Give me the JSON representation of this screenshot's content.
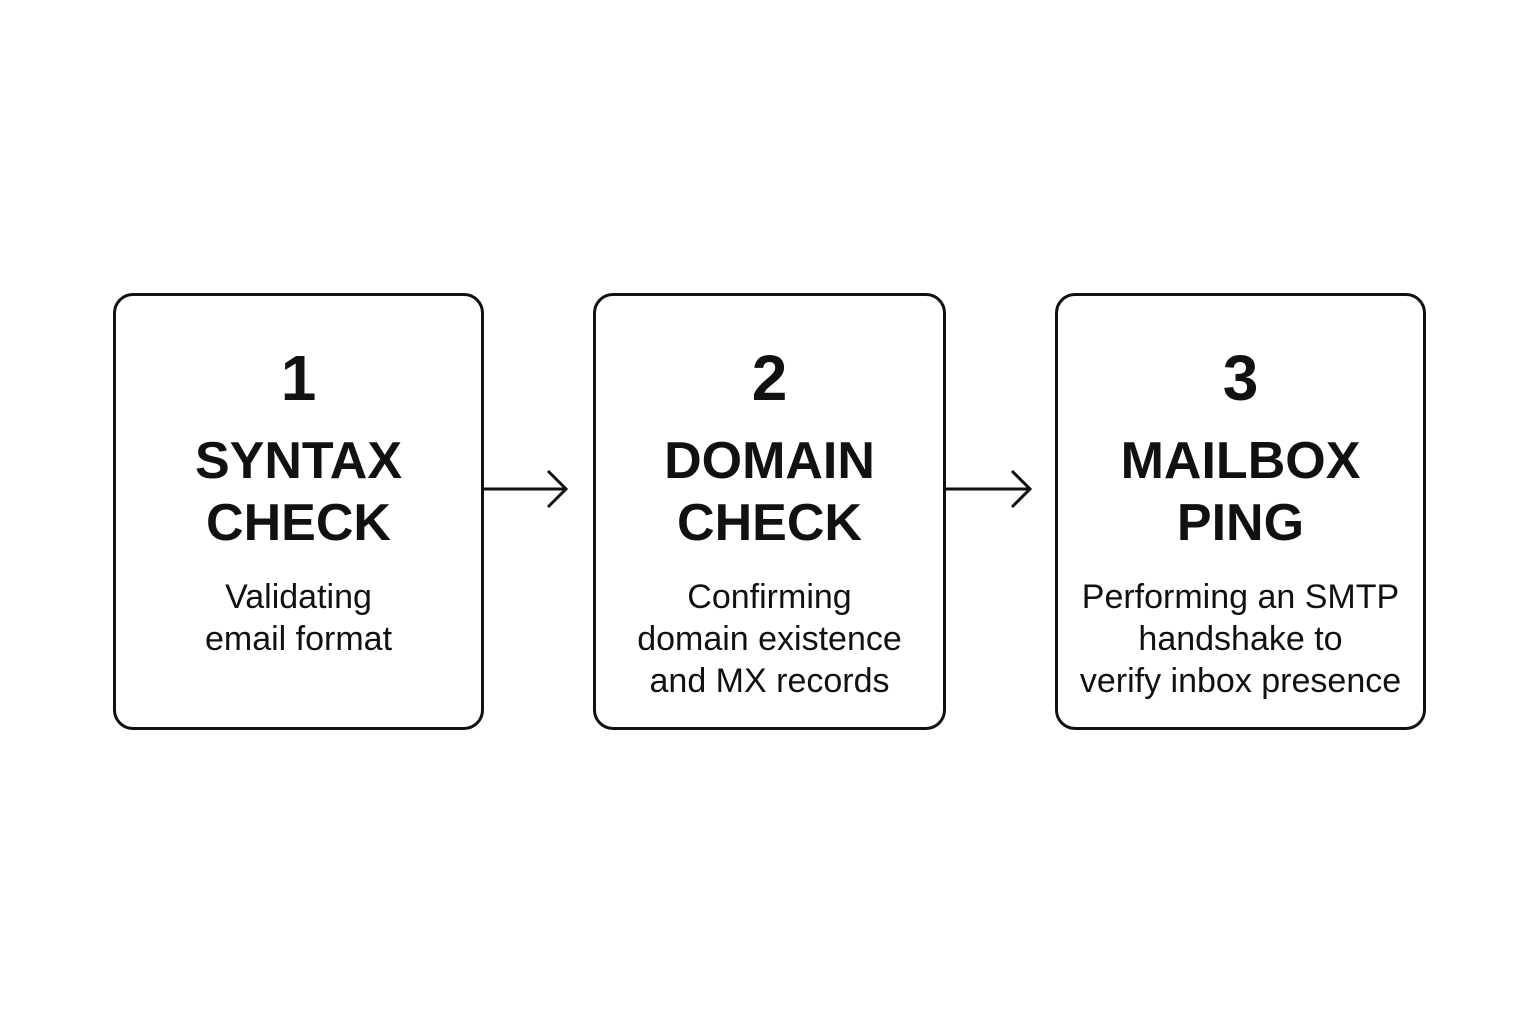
{
  "steps": [
    {
      "number": "1",
      "title_lines": [
        "SYNTAX",
        "CHECK"
      ],
      "description_lines": [
        "Validating",
        "email format"
      ]
    },
    {
      "number": "2",
      "title_lines": [
        "DOMAIN",
        "CHECK"
      ],
      "description_lines": [
        "Confirming",
        "domain existence",
        "and MX records"
      ]
    },
    {
      "number": "3",
      "title_lines": [
        "MAILBOX",
        "PING"
      ],
      "description_lines": [
        "Performing an SMTP",
        "handshake to",
        "verify inbox presence"
      ]
    }
  ],
  "colors": {
    "stroke": "#111111",
    "background": "#ffffff",
    "text": "#111111"
  },
  "icons": [
    "arrow-right-icon",
    "arrow-right-icon"
  ]
}
